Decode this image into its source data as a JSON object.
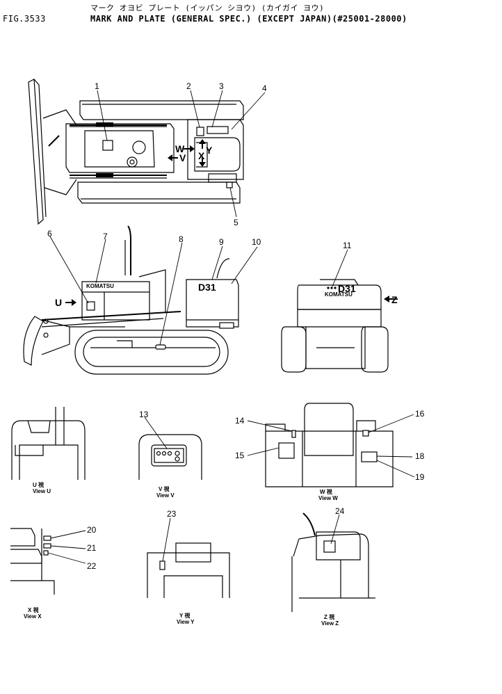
{
  "header": {
    "figure_number": "FIG.3533",
    "japanese_title": "マーク オヨビ プレート (イッパン シヨウ) (カイガイ ヨウ)",
    "title": "MARK AND PLATE (GENERAL SPEC.) (EXCEPT JAPAN)(#25001-28000)"
  },
  "callouts": [
    "1",
    "2",
    "3",
    "4",
    "5",
    "6",
    "7",
    "8",
    "9",
    "10",
    "11",
    "13",
    "14",
    "15",
    "16",
    "18",
    "19",
    "20",
    "21",
    "22",
    "23",
    "24"
  ],
  "view_arrows": {
    "w": "W",
    "v": "V",
    "x": "X",
    "y": "Y",
    "u": "U",
    "z": "Z"
  },
  "machine_labels": {
    "model": "D31",
    "brand": "KOMATSU"
  },
  "views": {
    "u": {
      "kanji": "U 視",
      "caption": "View U"
    },
    "v": {
      "kanji": "V 視",
      "caption": "View V"
    },
    "w": {
      "kanji": "W 視",
      "caption": "View W"
    },
    "x": {
      "kanji": "X 視",
      "caption": "View X"
    },
    "y": {
      "kanji": "Y 視",
      "caption": "View Y"
    },
    "z": {
      "kanji": "Z 視",
      "caption": "View Z"
    }
  }
}
